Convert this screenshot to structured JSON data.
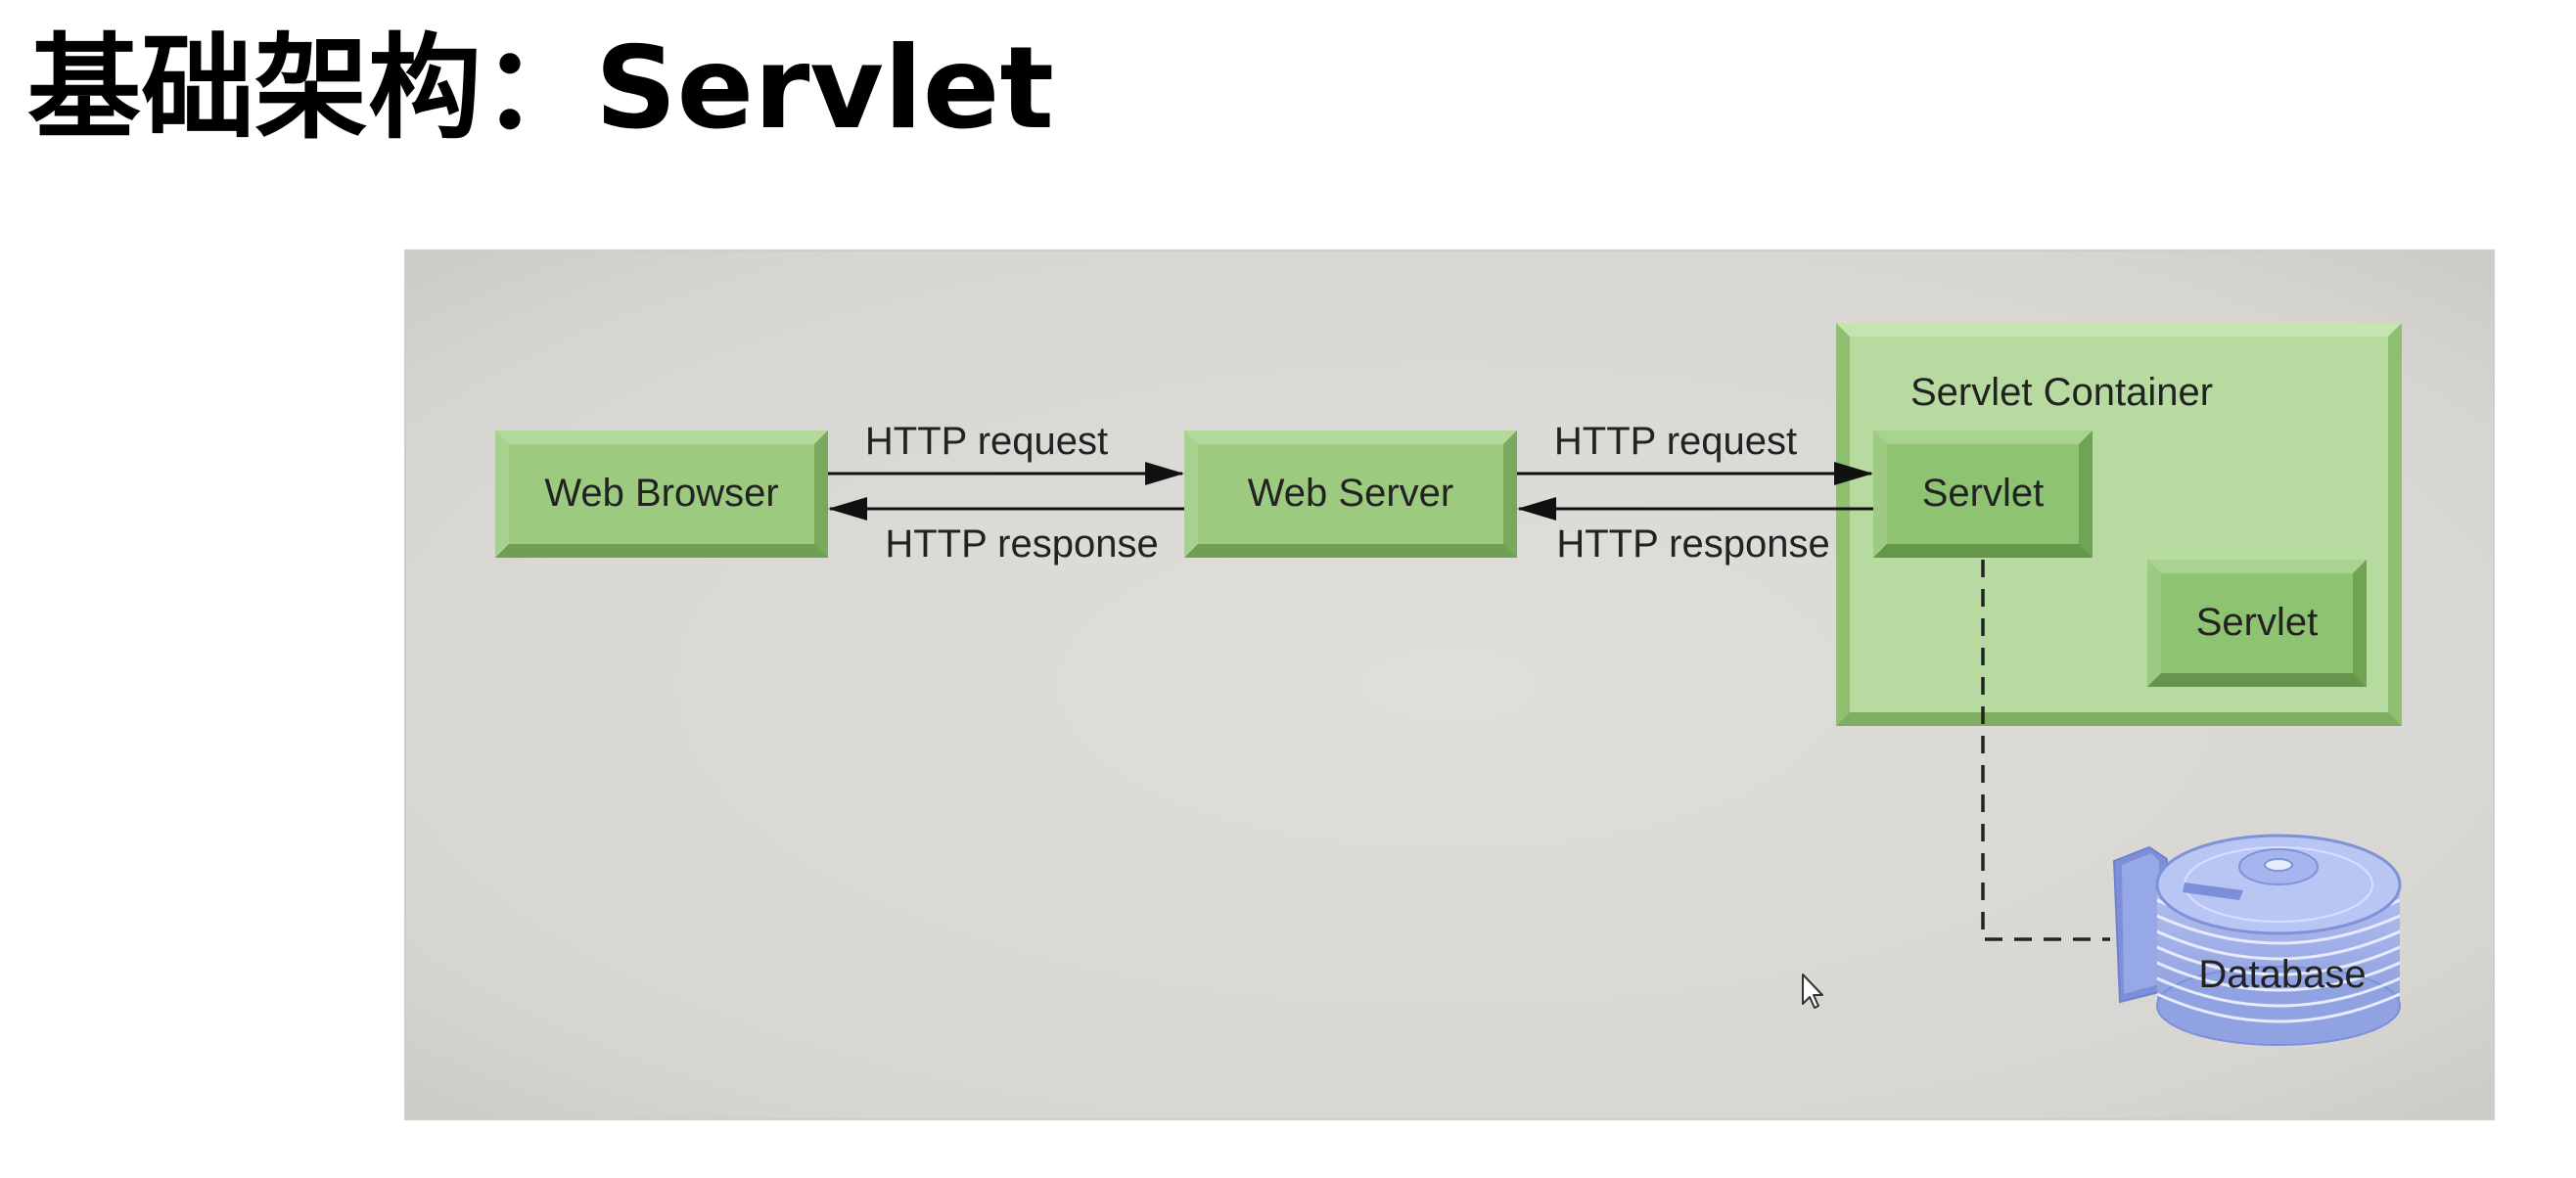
{
  "slide": {
    "title": "基础架构：Servlet"
  },
  "diagram": {
    "nodes": {
      "web_browser": "Web Browser",
      "web_server": "Web Server",
      "servlet_container": "Servlet Container",
      "servlet_primary": "Servlet",
      "servlet_secondary": "Servlet",
      "database": "Database"
    },
    "edges": {
      "browser_to_server_request": "HTTP request",
      "server_to_browser_response": "HTTP response",
      "server_to_servlet_request": "HTTP request",
      "servlet_to_server_response": "HTTP response"
    }
  },
  "colors": {
    "panel_background": "#dcdad6",
    "node_green": "#9ccb7f",
    "container_green": "#b3d99a",
    "database_blue": "#a8b6ec",
    "arrow": "#111111",
    "text": "#222222"
  }
}
